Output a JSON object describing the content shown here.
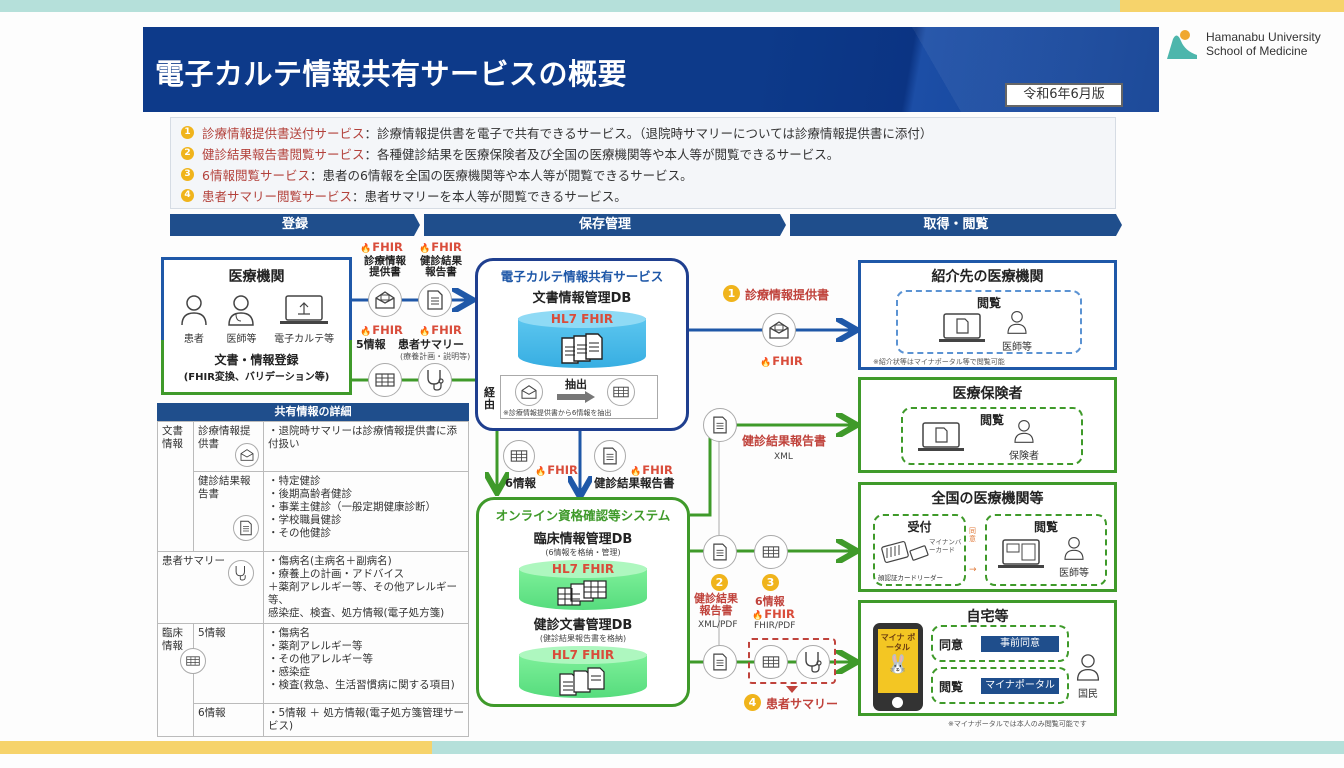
{
  "header": {
    "title": "電子カルテ情報共有サービスの概要",
    "date": "令和6年6月版",
    "org_line1": "Hamanabu University",
    "org_line2": "School of Medicine"
  },
  "services": [
    {
      "num": "1",
      "name": "診療情報提供書送付サービス",
      "desc": "：診療情報提供書を電子で共有できるサービス。（退院時サマリーについては診療情報提供書に添付）"
    },
    {
      "num": "2",
      "name": "健診結果報告書閲覧サービス",
      "desc": "：各種健診結果を医療保険者及び全国の医療機関等や本人等が閲覧できるサービス。"
    },
    {
      "num": "3",
      "name": "6情報閲覧サービス",
      "desc": "：患者の6情報を全国の医療機関等や本人等が閲覧できるサービス。"
    },
    {
      "num": "4",
      "name": "患者サマリー閲覧サービス",
      "desc": "：患者サマリーを本人等が閲覧できるサービス。"
    }
  ],
  "phases": [
    "登録",
    "保存管理",
    "取得・閲覧"
  ],
  "medical_institution": {
    "title": "医療機関",
    "people": [
      "患者",
      "医師等",
      "電子カルテ等"
    ],
    "register_title": "文書・情報登録",
    "register_sub": "(FHIR変換、バリデーション等)"
  },
  "inflow": {
    "fhir": "FHIR",
    "doc1": "診療情報\n提供書",
    "doc2": "健診結果\n報告書",
    "info5": "5情報",
    "summary": "患者サマリー",
    "summary_sub": "(療養計画・説明等)"
  },
  "ehr_service": {
    "title": "電子カルテ情報共有サービス",
    "db_title": "文書情報管理DB",
    "hl7": "HL7 FHIR",
    "via": "経由",
    "extract": "抽出",
    "extract_note": "※診療情報提供書から6情報を抽出"
  },
  "middle_flow": {
    "info6": "6情報",
    "checkup": "健診結果報告書",
    "fhir": "FHIR"
  },
  "online_system": {
    "title": "オンライン資格確認等システム",
    "db1_title": "臨床情報管理DB",
    "db1_sub": "(6情報を格納・管理)",
    "db2_title": "健診文書管理DB",
    "db2_sub": "(健診結果報告書を格納)",
    "hl7": "HL7 FHIR"
  },
  "right_flow": {
    "s1_label": "診療情報提供書",
    "s1_fhir": "FHIR",
    "checkup_label": "健診結果報告書",
    "checkup_format": "XML",
    "s2_label": "健診結果\n報告書",
    "s2_format": "XML/PDF",
    "s3_label": "6情報",
    "s3_fhir": "FHIR",
    "s3_format": "FHIR/PDF",
    "s4_label": "患者サマリー"
  },
  "targets": {
    "referral": {
      "title": "紹介先の医療機関",
      "view": "閲覧",
      "person": "医師等",
      "note": "※紹介状等はマイナポータル等で閲覧可能"
    },
    "insurer": {
      "title": "医療保険者",
      "view": "閲覧",
      "person": "保険者"
    },
    "nationwide": {
      "title": "全国の医療機関等",
      "reception": "受付",
      "reception_note": "マイナンバーカード",
      "reader": "顔認証カードリーダー",
      "consent": "同意",
      "view": "閲覧",
      "person": "医師等"
    },
    "home": {
      "title": "自宅等",
      "consent": "同意",
      "consent_btn": "事前同意",
      "view": "閲覧",
      "view_btn": "マイナポータル",
      "phone_text": "マイナ ポータル",
      "person": "国民",
      "note": "※マイナポータルでは本人のみ閲覧可能です"
    }
  },
  "info_table": {
    "title": "共有情報の詳細",
    "rows": [
      {
        "cat": "文書\n情報",
        "sub": "診療情報提供書",
        "icon": "mail",
        "items": [
          "・退院時サマリーは診療情報提供書に添付扱い"
        ]
      },
      {
        "cat": "",
        "sub": "健診結果報告書",
        "icon": "doc",
        "items": [
          "・特定健診",
          "・後期高齢者健診",
          "・事業主健診（一般定期健康診断）",
          "・学校職員健診",
          "・その他健診"
        ]
      },
      {
        "cat": "患者サマリー",
        "sub": "",
        "icon": "stethoscope",
        "items": [
          "・傷病名(主病名＋副病名)",
          "・療養上の計画・アドバイス",
          "＋薬剤アレルギー等、その他アレルギー等、",
          "感染症、検査、処方情報(電子処方箋)"
        ]
      },
      {
        "cat": "臨床情報",
        "sub": "5情報",
        "icon": "table",
        "items": [
          "・傷病名",
          "・薬剤アレルギー等",
          "・その他アレルギー等",
          "・感染症",
          "・検査(救急、生活習慣病に関する項目)"
        ]
      },
      {
        "cat": "",
        "sub": "6情報",
        "icon": "",
        "items": [
          "・5情報 ＋ 処方情報(電子処方箋管理サービス)"
        ]
      }
    ]
  },
  "colors": {
    "navy": "#0d3a8a",
    "phase_blue": "#1f4e8c",
    "blue_line": "#1f58a8",
    "green_line": "#3f9a2a",
    "red_label": "#c0433c",
    "badge_yellow": "#f0b41c",
    "teal_bar": "#b5e0da",
    "yellow_bar": "#f6d36b"
  }
}
